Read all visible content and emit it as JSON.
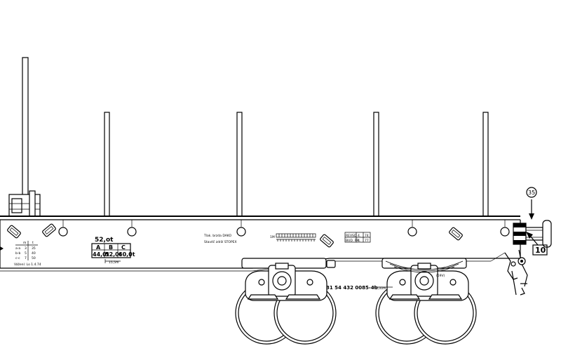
{
  "load_table": {
    "capacity": "52,ot",
    "headers": [
      "A",
      "B",
      "C"
    ],
    "values": [
      "44,0t",
      "52,0t",
      "60,0t"
    ],
    "span_note": "15,5m"
  },
  "track_limits": {
    "header": [
      "m",
      "t"
    ],
    "rows": [
      [
        "a-a",
        "3",
        "35"
      ],
      [
        "b-b",
        "5",
        "40"
      ],
      [
        "c-c",
        "7",
        "50"
      ]
    ],
    "footer": "Vážení: Lo 1.4.74"
  },
  "brake_labels": {
    "line1": "Tlak. brzda DAKO",
    "line2": "Stavěč zdrží STOPEX"
  },
  "scale_label": "1M",
  "revision_box": {
    "row1": [
      "REV",
      "SD",
      "4.",
      "74"
    ],
    "row2": [
      "BUD. PR.",
      "4.",
      "77"
    ]
  },
  "wagon_number": "31 54 432 0085-4b",
  "wheelbase_note": "2,00m",
  "bogie_code": "(59V)",
  "callouts": {
    "circle": "35",
    "box": "10"
  }
}
